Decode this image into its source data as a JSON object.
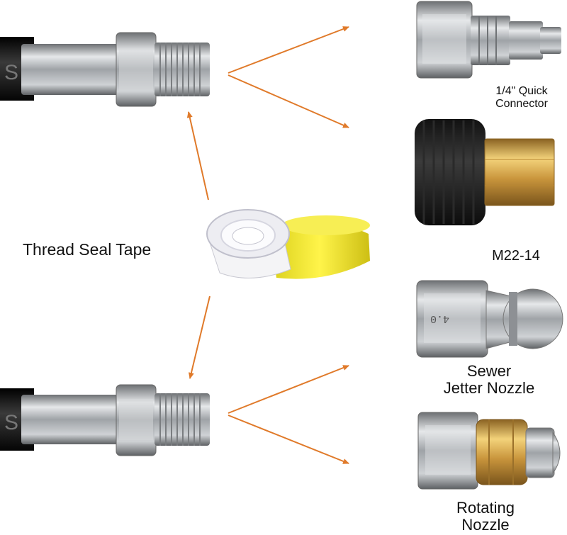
{
  "labels": {
    "thread_seal_tape": "Thread Seal Tape",
    "quick_connector": [
      "1/4\" Quick",
      "Connector"
    ],
    "m22": "M22-14",
    "sewer_nozzle": [
      "Sewer",
      "Jetter Nozzle"
    ],
    "rotating_nozzle": [
      "Rotating",
      "Nozzle"
    ]
  },
  "nozzle_marking": "4.0",
  "colors": {
    "arrow": "#e07a2a",
    "hose": "#1a1a1a",
    "steel": "#b9bcbf",
    "brass": "#d9a64a",
    "tape_cap": "#f2ea3a"
  }
}
